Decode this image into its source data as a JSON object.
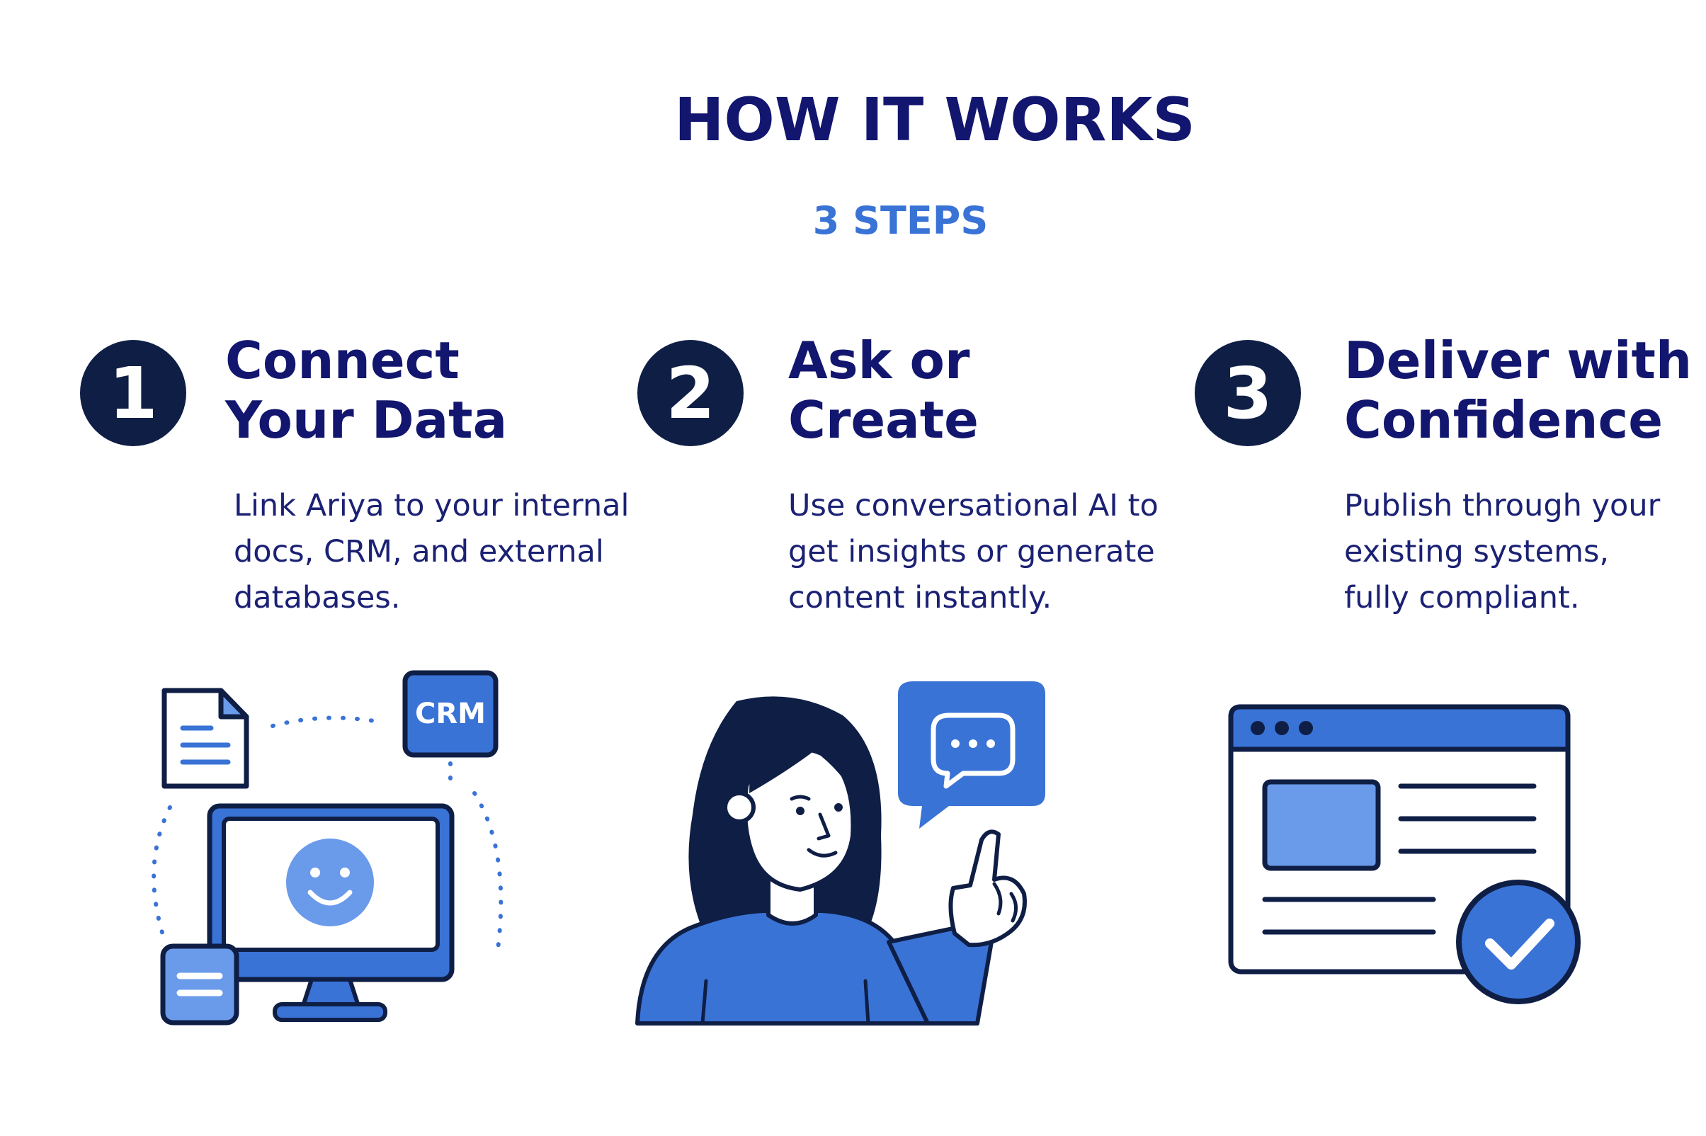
{
  "header": {
    "title": "HOW IT WORKS",
    "subtitle": "3 STEPS"
  },
  "colors": {
    "navy": "#12166e",
    "dark_navy": "#0f1e45",
    "accent_blue": "#3a73d6",
    "light_blue": "#6a9aea",
    "white": "#ffffff"
  },
  "steps": [
    {
      "number": "1",
      "title_lines": [
        "Connect",
        "Your Data"
      ],
      "desc_lines": [
        "Link Ariya to your internal",
        "docs, CRM, and external",
        "databases."
      ],
      "illustration": {
        "icon": "data-connect-illustration",
        "badge_label": "CRM"
      }
    },
    {
      "number": "2",
      "title_lines": [
        "Ask or",
        "Create"
      ],
      "desc_lines": [
        "Use conversational AI to",
        "get insights or generate",
        "content instantly."
      ],
      "illustration": {
        "icon": "person-chat-illustration"
      }
    },
    {
      "number": "3",
      "title_lines": [
        "Deliver with",
        "Confidence"
      ],
      "desc_lines": [
        "Publish through your",
        "existing systems,",
        "fully compliant."
      ],
      "illustration": {
        "icon": "browser-check-illustration"
      }
    }
  ]
}
